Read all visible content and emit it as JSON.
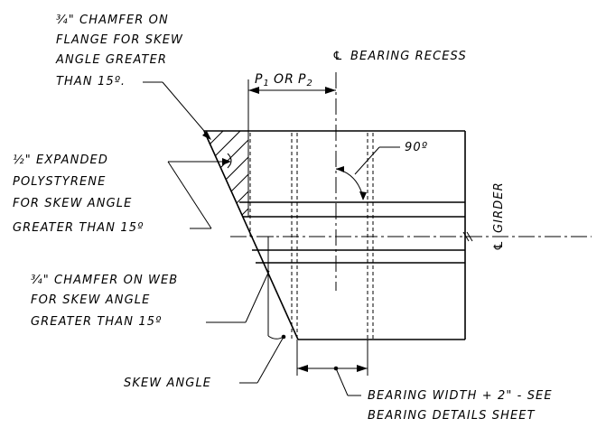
{
  "notes": {
    "chamfer_flange": [
      "¾\" CHAMFER ON",
      "FLANGE FOR SKEW",
      "ANGLE GREATER",
      "THAN 15º."
    ],
    "polystyrene": [
      "½\" EXPANDED",
      "POLYSTYRENE",
      "FOR SKEW ANGLE",
      "GREATER THAN 15º"
    ],
    "chamfer_web": [
      "¾\" CHAMFER ON WEB",
      "FOR SKEW ANGLE",
      "GREATER THAN 15º"
    ],
    "skew_angle": "SKEW ANGLE",
    "bearing_width": [
      "BEARING WIDTH + 2\" - SEE",
      "BEARING DETAILS SHEET"
    ],
    "bearing_recess": "BEARING RECESS",
    "girder": "GIRDER",
    "angle_90": "90º",
    "dim_p": {
      "p1": "P",
      "p1_sub": "1",
      "or": "OR",
      "p2": "P",
      "p2_sub": "2"
    }
  },
  "symbols": {
    "centerline": "℄"
  }
}
